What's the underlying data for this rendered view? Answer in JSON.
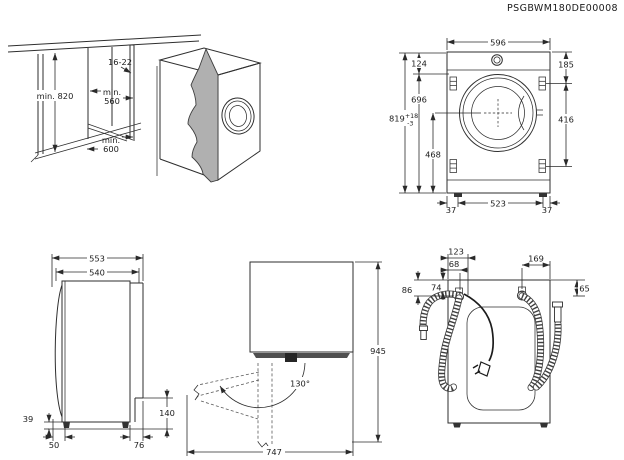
{
  "title": "PSGBWM180DE00008",
  "niche_view": {
    "height": "min. 820",
    "panel_thickness": "16-22",
    "depth_min": "min.",
    "depth_value": "560",
    "width_min": "min.",
    "width_value": "600"
  },
  "front_view": {
    "width": "596",
    "top_band": "124",
    "body_height": "696",
    "total_height": "819",
    "tol_plus": "+18",
    "tol_minus": "-3",
    "right_top": "185",
    "bracket_span": "416",
    "center_height": "468",
    "foot_inset_left": "37",
    "feet_distance": "523",
    "foot_inset_right": "37"
  },
  "side_view": {
    "depth_total": "553",
    "depth_body": "540",
    "bottom_gap": "39",
    "front_inset": "50",
    "rear_inset": "76",
    "rear_clearance": "140"
  },
  "door_view": {
    "opening_angle": "130°",
    "height_total": "945",
    "width_open": "747"
  },
  "rear_view": {
    "top_left_outer": "123",
    "top_left_inner": "68",
    "top_right": "169",
    "side_left_outer": "86",
    "side_left_inner": "74",
    "side_right": "65"
  }
}
